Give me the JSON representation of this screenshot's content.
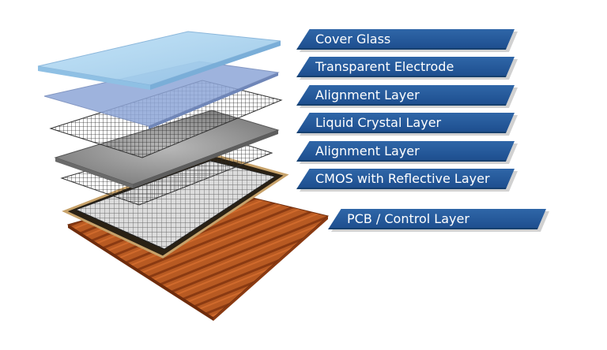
{
  "layers": [
    {
      "label": "Cover Glass"
    },
    {
      "label": "Transparent Electrode"
    },
    {
      "label": "Alignment Layer"
    },
    {
      "label": "Liquid Crystal Layer"
    },
    {
      "label": "Alignment Layer"
    },
    {
      "label": "CMOS with Reflective Layer"
    },
    {
      "label": "PCB / Control Layer"
    }
  ],
  "colors": {
    "label_bg": "#2a5c9c",
    "glass": "#a9d2ee",
    "electrode": "#8fa5d6",
    "grid": "#444444",
    "lc_gray": "#9c9c9c",
    "cmos_frame": "#c7a26a",
    "pcb": "#b6521e"
  }
}
